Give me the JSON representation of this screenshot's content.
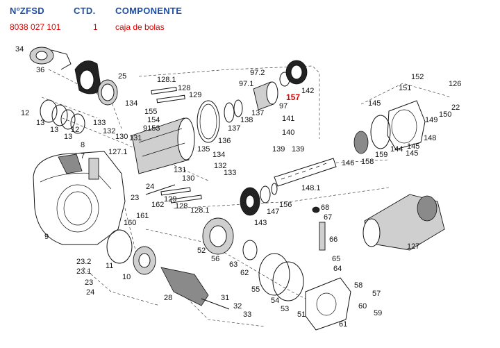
{
  "header": {
    "col_part": "NºZFSD",
    "col_qty": "CTD.",
    "col_component": "COMPONENTE"
  },
  "row": {
    "part_number": "8038 027 101",
    "quantity": "1",
    "component": "caja de bolas"
  },
  "highlight_color": "#e00000",
  "header_color": "#1f4fa8",
  "callouts": [
    {
      "id": "34",
      "label": "34"
    },
    {
      "id": "36",
      "label": "36"
    },
    {
      "id": "25",
      "label": "25"
    },
    {
      "id": "128_1a",
      "label": "128.1"
    },
    {
      "id": "128a",
      "label": "128"
    },
    {
      "id": "129a",
      "label": "129"
    },
    {
      "id": "97_2",
      "label": "97.2"
    },
    {
      "id": "97_1",
      "label": "97.1"
    },
    {
      "id": "157",
      "label": "157",
      "highlight": true
    },
    {
      "id": "142",
      "label": "142"
    },
    {
      "id": "152",
      "label": "152"
    },
    {
      "id": "151",
      "label": "151"
    },
    {
      "id": "126",
      "label": "126"
    },
    {
      "id": "12a",
      "label": "12"
    },
    {
      "id": "13a",
      "label": "13"
    },
    {
      "id": "13b",
      "label": "13"
    },
    {
      "id": "12b",
      "label": "12"
    },
    {
      "id": "13c",
      "label": "13"
    },
    {
      "id": "134a",
      "label": "134"
    },
    {
      "id": "155",
      "label": "155"
    },
    {
      "id": "154",
      "label": "154"
    },
    {
      "id": "9153",
      "label": "9153"
    },
    {
      "id": "133",
      "label": "133"
    },
    {
      "id": "132a",
      "label": "132"
    },
    {
      "id": "130a",
      "label": "130"
    },
    {
      "id": "131a",
      "label": "131"
    },
    {
      "id": "8",
      "label": "8"
    },
    {
      "id": "7",
      "label": "7"
    },
    {
      "id": "127_1",
      "label": "127.1"
    },
    {
      "id": "135",
      "label": "135"
    },
    {
      "id": "134b",
      "label": "134"
    },
    {
      "id": "136",
      "label": "136"
    },
    {
      "id": "137a",
      "label": "137"
    },
    {
      "id": "137b",
      "label": "137"
    },
    {
      "id": "138",
      "label": "138"
    },
    {
      "id": "97",
      "label": "97"
    },
    {
      "id": "141",
      "label": "141"
    },
    {
      "id": "140",
      "label": "140"
    },
    {
      "id": "139a",
      "label": "139"
    },
    {
      "id": "139b",
      "label": "139"
    },
    {
      "id": "145a",
      "label": "145"
    },
    {
      "id": "150",
      "label": "150"
    },
    {
      "id": "22",
      "label": "22"
    },
    {
      "id": "149",
      "label": "149"
    },
    {
      "id": "148",
      "label": "148"
    },
    {
      "id": "144",
      "label": "144"
    },
    {
      "id": "145b",
      "label": "145"
    },
    {
      "id": "145c",
      "label": "145"
    },
    {
      "id": "159",
      "label": "159"
    },
    {
      "id": "158",
      "label": "158"
    },
    {
      "id": "146",
      "label": "146"
    },
    {
      "id": "131b",
      "label": "131"
    },
    {
      "id": "132b",
      "label": "132"
    },
    {
      "id": "133b",
      "label": "133"
    },
    {
      "id": "130b",
      "label": "130"
    },
    {
      "id": "24a",
      "label": "24"
    },
    {
      "id": "23a",
      "label": "23"
    },
    {
      "id": "162",
      "label": "162"
    },
    {
      "id": "129b",
      "label": "129"
    },
    {
      "id": "128b",
      "label": "128"
    },
    {
      "id": "128_1b",
      "label": "128.1"
    },
    {
      "id": "148_1",
      "label": "148.1"
    },
    {
      "id": "156",
      "label": "156"
    },
    {
      "id": "147",
      "label": "147"
    },
    {
      "id": "143",
      "label": "143"
    },
    {
      "id": "68",
      "label": "68"
    },
    {
      "id": "67",
      "label": "67"
    },
    {
      "id": "9",
      "label": "9"
    },
    {
      "id": "160",
      "label": "160"
    },
    {
      "id": "161",
      "label": "161"
    },
    {
      "id": "127",
      "label": "127"
    },
    {
      "id": "52",
      "label": "52"
    },
    {
      "id": "56",
      "label": "56"
    },
    {
      "id": "66",
      "label": "66"
    },
    {
      "id": "65",
      "label": "65"
    },
    {
      "id": "64",
      "label": "64"
    },
    {
      "id": "23_2",
      "label": "23.2"
    },
    {
      "id": "23_1",
      "label": "23.1"
    },
    {
      "id": "11",
      "label": "11"
    },
    {
      "id": "63",
      "label": "63"
    },
    {
      "id": "62",
      "label": "62"
    },
    {
      "id": "10",
      "label": "10"
    },
    {
      "id": "23b",
      "label": "23"
    },
    {
      "id": "24b",
      "label": "24"
    },
    {
      "id": "55",
      "label": "55"
    },
    {
      "id": "58",
      "label": "58"
    },
    {
      "id": "57",
      "label": "57"
    },
    {
      "id": "28",
      "label": "28"
    },
    {
      "id": "31",
      "label": "31"
    },
    {
      "id": "54",
      "label": "54"
    },
    {
      "id": "53",
      "label": "53"
    },
    {
      "id": "60",
      "label": "60"
    },
    {
      "id": "32",
      "label": "32"
    },
    {
      "id": "33",
      "label": "33"
    },
    {
      "id": "51",
      "label": "51"
    },
    {
      "id": "59",
      "label": "59"
    },
    {
      "id": "61",
      "label": "61"
    }
  ]
}
